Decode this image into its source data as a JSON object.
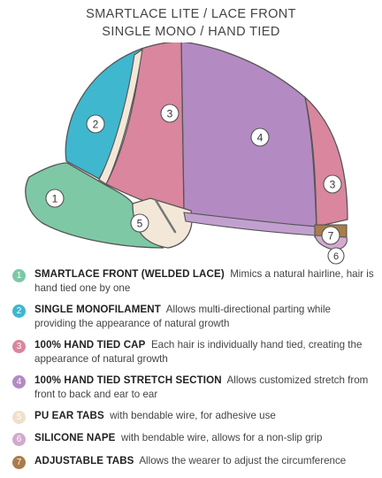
{
  "title": {
    "line1": "SMARTLACE LITE / LACE FRONT",
    "line2": "SINGLE MONO / HAND TIED"
  },
  "colors": {
    "lace_front": "#7ec8a6",
    "mono": "#3fb7cf",
    "hand_tied": "#d9869e",
    "stretch": "#b48ac2",
    "ear_tab": "#f3e8d8",
    "nape": "#d4a9cf",
    "adjustable": "#a97c4a",
    "outline": "#555555"
  },
  "markers": [
    "1",
    "2",
    "3",
    "4",
    "3",
    "5",
    "7",
    "6"
  ],
  "legend": [
    {
      "num": "1",
      "label": "SMARTLACE FRONT (WELDED LACE)",
      "desc": "Mimics a natural hairline, hair is hand tied one by one",
      "color": "#7ec8a6"
    },
    {
      "num": "2",
      "label": "SINGLE MONOFILAMENT",
      "desc": "Allows multi-directional parting while providing the appearance of natural growth",
      "color": "#3fb7cf"
    },
    {
      "num": "3",
      "label": "100% HAND TIED CAP",
      "desc": "Each hair is individually hand tied, creating the appearance of natural growth",
      "color": "#d9869e"
    },
    {
      "num": "4",
      "label": "100% HAND TIED STRETCH SECTION",
      "desc": "Allows customized stretch from front to back and ear to ear",
      "color": "#b48ac2"
    },
    {
      "num": "5",
      "label": "PU EAR TABS",
      "desc": "with bendable wire, for adhesive use",
      "color": "#efe0c9"
    },
    {
      "num": "6",
      "label": "SILICONE NAPE",
      "desc": "with bendable wire, allows for a non-slip grip",
      "color": "#d4a9cf"
    },
    {
      "num": "7",
      "label": "ADJUSTABLE TABS",
      "desc": "Allows the wearer to adjust the circumference",
      "color": "#a97c4a"
    }
  ]
}
